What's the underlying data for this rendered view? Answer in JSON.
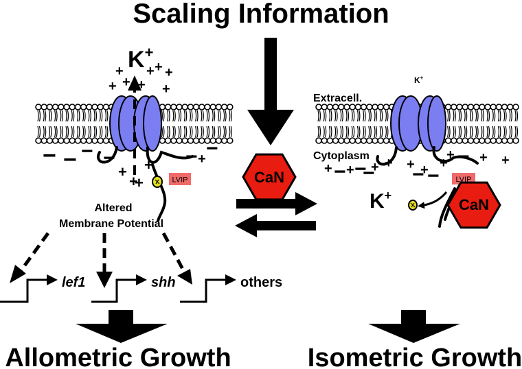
{
  "title": "Scaling Information",
  "left_panel": {
    "ion_label": "K",
    "ion_sup": "+",
    "lvip_label": "LVIP",
    "membrane_caption_line1": "Altered",
    "membrane_caption_line2": "Membrane Potential",
    "genes": [
      "lef1",
      "shh",
      "others"
    ],
    "outcome": "Allometric Growth"
  },
  "center": {
    "calcineurin_label": "CaN"
  },
  "right_panel": {
    "extracellular_label": "Extracell.",
    "cytoplasm_label": "Cytoplasm",
    "ion_top_label": "K",
    "ion_top_sup": "+",
    "ion_bottom_label": "K",
    "ion_bottom_sup": "+",
    "lvip_label": "LVIP",
    "calcineurin_label": "CaN",
    "outcome": "Isometric Growth"
  },
  "colors": {
    "channel": "#7b7ef0",
    "calcineurin": "#e81c10",
    "lvip": "#f06a6a",
    "potassium_ion": "#e6e021",
    "ink": "#000000"
  }
}
